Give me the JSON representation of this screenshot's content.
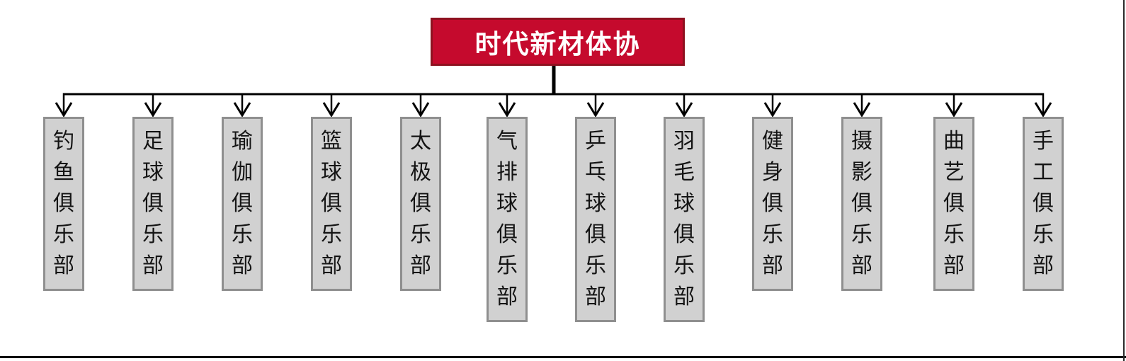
{
  "diagram": {
    "type": "org-chart",
    "root": {
      "label": "时代新材体协"
    },
    "children": [
      {
        "label": "钓鱼俱乐部"
      },
      {
        "label": "足球俱乐部"
      },
      {
        "label": "瑜伽俱乐部"
      },
      {
        "label": "篮球俱乐部"
      },
      {
        "label": "太极俱乐部"
      },
      {
        "label": "气排球俱乐部"
      },
      {
        "label": "乒乓球俱乐部"
      },
      {
        "label": "羽毛球俱乐部"
      },
      {
        "label": "健身俱乐部"
      },
      {
        "label": "摄影俱乐部"
      },
      {
        "label": "曲艺俱乐部"
      },
      {
        "label": "手工俱乐部"
      }
    ],
    "colors": {
      "root_fill": "#C50A2D",
      "root_border": "#8E1120",
      "root_text": "#FFFFFF",
      "child_fill": "#D1D1D1",
      "child_border": "#8F8F8F",
      "child_text": "#141414",
      "connector": "#000000"
    }
  }
}
